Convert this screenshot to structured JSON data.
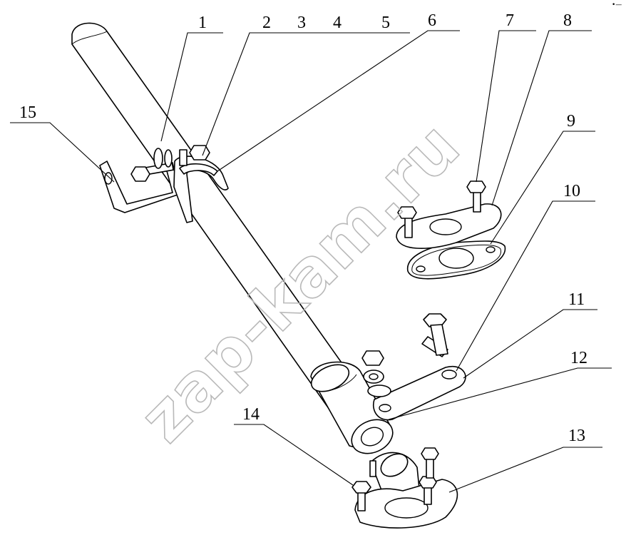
{
  "callouts": [
    {
      "label": "1"
    },
    {
      "label": "2"
    },
    {
      "label": "3"
    },
    {
      "label": "4"
    },
    {
      "label": "5"
    },
    {
      "label": "6"
    },
    {
      "label": "7"
    },
    {
      "label": "8"
    },
    {
      "label": "9"
    },
    {
      "label": "10"
    },
    {
      "label": "11"
    },
    {
      "label": "12"
    },
    {
      "label": "13"
    },
    {
      "label": "14"
    },
    {
      "label": "15"
    }
  ],
  "watermark": "zap-kam.ru",
  "corner_mark": "•—"
}
